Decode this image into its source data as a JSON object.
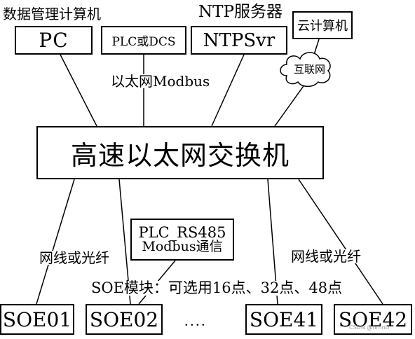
{
  "labels": {
    "data_server": "数据管理计算机",
    "ntp_server": "NTP服务器",
    "ethernet_modbus": "以太网Modbus",
    "internet": "互联网",
    "net_left": "网线或光纤",
    "net_right": "网线或光纤",
    "soe_modules": "SOE模块：可选用16点、32点、48点",
    "ellipsis": "．．．．",
    "watermark": "CSDN @hrnntr"
  },
  "nodes": {
    "pc": "PC",
    "plc_dcs": "PLC或DCS",
    "ntp_svr": "NTPSvr",
    "cloud": "云计算机",
    "switch": "高速以太网交换机",
    "rs485_line1": "PLC_RS485",
    "rs485_line2": "Modbus通信",
    "soe01": "SOE01",
    "soe02": "SOE02",
    "soe41": "SOE41",
    "soe42": "SOE42"
  }
}
